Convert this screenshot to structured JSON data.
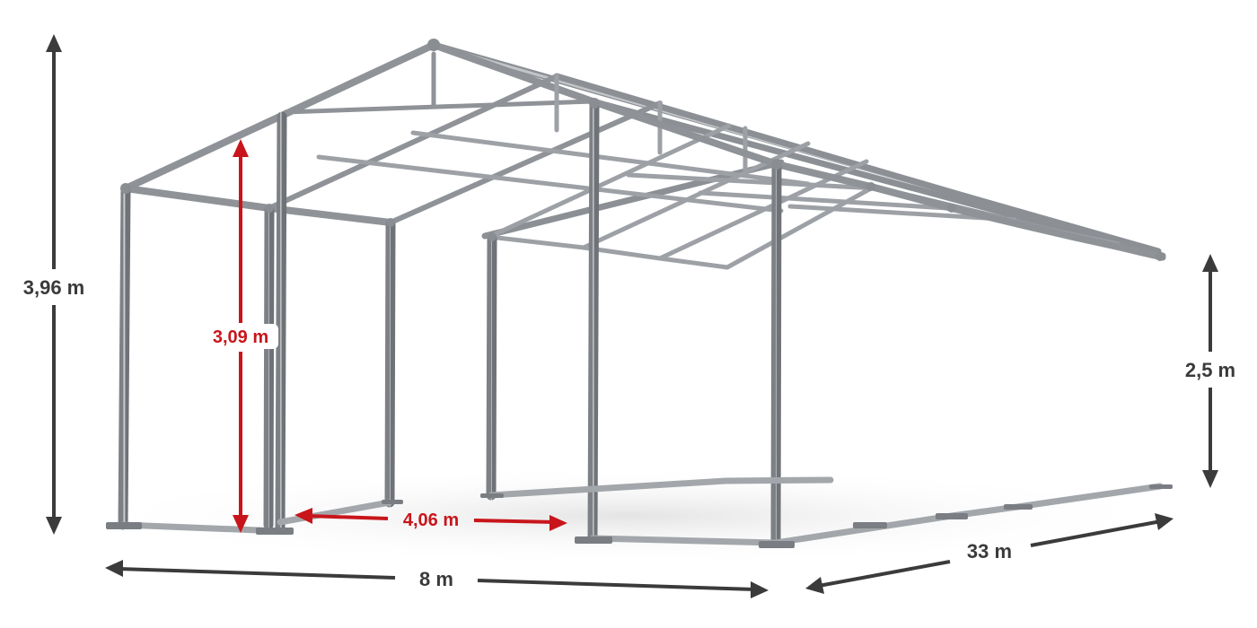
{
  "dimensions": {
    "total_height": "3,96 m",
    "inner_height": "3,09 m",
    "side_height": "2,5 m",
    "opening_width": "4,06 m",
    "width": "8 m",
    "length": "33 m"
  },
  "colors": {
    "dark_arrow": "#3b3b3b",
    "red_arrow": "#c8151b",
    "frame_tube": "#a9adb1",
    "frame_edge": "#6f7378",
    "floor_shadow": "#e6e6e6"
  }
}
